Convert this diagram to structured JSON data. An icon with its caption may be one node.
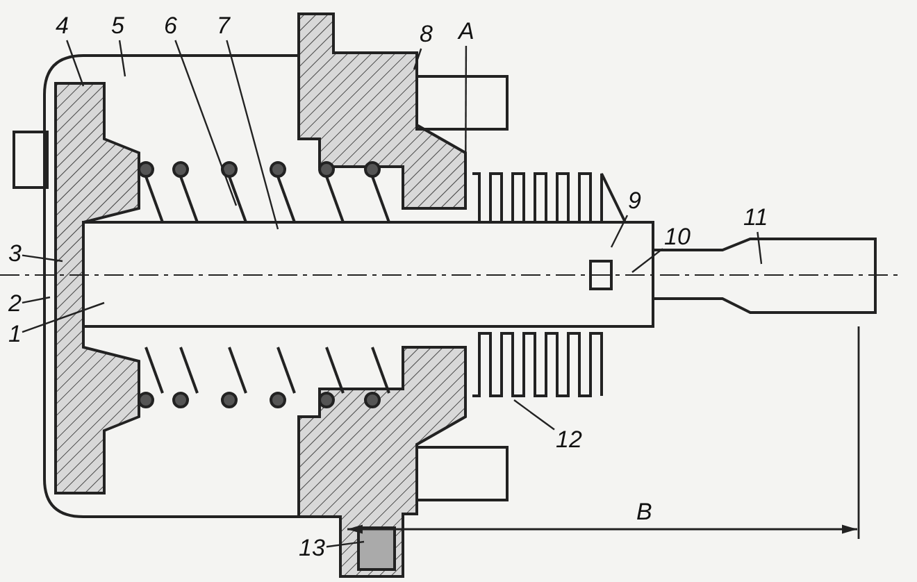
{
  "diagram": {
    "nodes": [
      {
        "text": [
          "4"
        ]
      },
      {
        "text": [
          "5"
        ]
      },
      {
        "text": [
          "6"
        ]
      },
      {
        "text": [
          "7"
        ]
      },
      {
        "text": [
          "8"
        ]
      },
      {
        "text": [
          "A"
        ]
      },
      {
        "text": [
          "9"
        ]
      },
      {
        "text": [
          "11"
        ]
      },
      {
        "text": [
          "10"
        ]
      },
      {
        "text": [
          "3"
        ]
      },
      {
        "text": [
          "2"
        ]
      },
      {
        "text": [
          "1"
        ]
      },
      {
        "text": [
          "12"
        ]
      },
      {
        "text": [
          "13"
        ]
      }
    ],
    "edges": [
      {
        "from": 0,
        "to": null,
        "arrow": "none"
      },
      {
        "from": 1,
        "to": null,
        "arrow": "none"
      },
      {
        "from": 2,
        "to": null,
        "arrow": "none"
      },
      {
        "from": 3,
        "to": null,
        "arrow": "none"
      },
      {
        "from": 4,
        "to": null,
        "arrow": "none"
      },
      {
        "from": 5,
        "to": null,
        "arrow": "none"
      },
      {
        "from": 6,
        "to": null,
        "arrow": "none"
      },
      {
        "from": 7,
        "to": null,
        "arrow": "none"
      },
      {
        "from": 8,
        "to": null,
        "arrow": "none"
      },
      {
        "from": 9,
        "to": null,
        "arrow": "none"
      },
      {
        "from": 10,
        "to": null,
        "arrow": "none"
      },
      {
        "from": 11,
        "to": null,
        "arrow": "none"
      },
      {
        "from": 12,
        "to": null,
        "arrow": "none"
      },
      {
        "from": 13,
        "to": null,
        "arrow": "none"
      }
    ],
    "labels": [
      "B"
    ]
  }
}
